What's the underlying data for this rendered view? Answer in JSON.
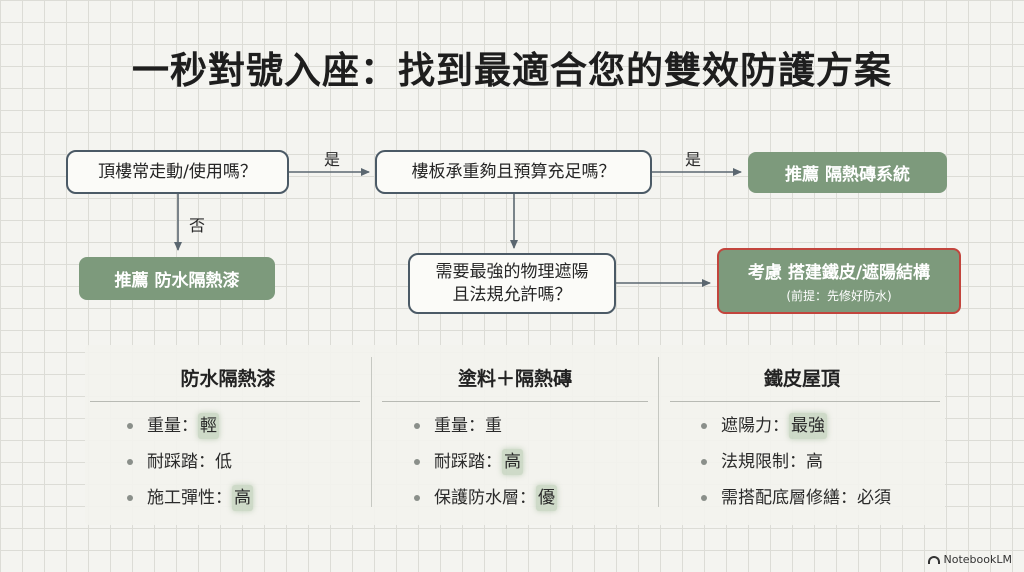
{
  "title": "一秒對號入座：找到最適合您的雙效防護方案",
  "flow": {
    "q1": "頂樓常走動/使用嗎？",
    "q2": "樓板承重夠且預算充足嗎？",
    "q3_line1": "需要最強的物理遮陽",
    "q3_line2": "且法規允許嗎？",
    "yes_label_1": "是",
    "yes_label_2": "是",
    "no_label": "否",
    "rec_tiles": "推薦 隔熱磚系統",
    "rec_paint": "推薦 防水隔熱漆",
    "rec_metal": "考慮 搭建鐵皮/遮陽結構",
    "rec_metal_note": "(前提：先修好防水)"
  },
  "columns": [
    {
      "title": "防水隔熱漆",
      "items": [
        {
          "label": "重量：",
          "value": "輕",
          "highlight": true
        },
        {
          "label": "耐踩踏：",
          "value": "低",
          "highlight": false
        },
        {
          "label": "施工彈性：",
          "value": "高",
          "highlight": true
        }
      ]
    },
    {
      "title": "塗料＋隔熱磚",
      "items": [
        {
          "label": "重量：",
          "value": "重",
          "highlight": false
        },
        {
          "label": "耐踩踏：",
          "value": "高",
          "highlight": true
        },
        {
          "label": "保護防水層：",
          "value": "優",
          "highlight": true
        }
      ]
    },
    {
      "title": "鐵皮屋頂",
      "items": [
        {
          "label": "遮陽力：",
          "value": "最強",
          "highlight": true
        },
        {
          "label": "法規限制：",
          "value": "高",
          "highlight": false
        },
        {
          "label": "需搭配底層修繕：",
          "value": "必須",
          "highlight": false
        }
      ]
    }
  ],
  "brand": "NotebookLM",
  "colors": {
    "rec_green": "#7d9a7c",
    "warning_border": "#c2453d",
    "question_border": "#4b5a66",
    "highlight": "#80a578"
  }
}
